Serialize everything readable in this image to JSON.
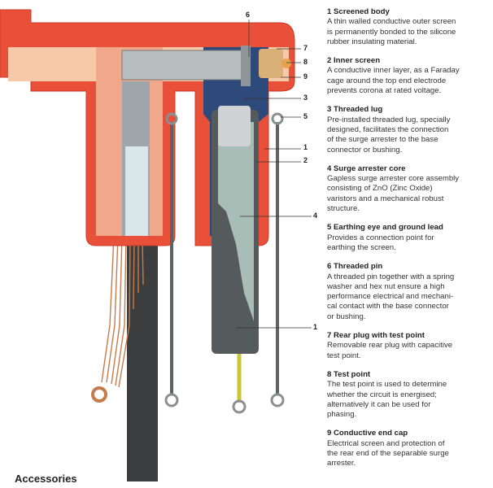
{
  "callouts": [
    "6",
    "7",
    "8",
    "9",
    "3",
    "5",
    "1",
    "2",
    "4",
    "1"
  ],
  "items": [
    {
      "title": "1 Screened body",
      "lines": [
        "A thin walled conductive outer screen",
        "is permanently bonded to the silicone",
        "rubber insulating material."
      ]
    },
    {
      "title": "2 Inner screen",
      "lines": [
        "A conductive inner layer, as a Faraday",
        "cage around the top end electrode",
        "prevents corona at rated voltage."
      ]
    },
    {
      "title": "3 Threaded lug",
      "lines": [
        "Pre-installed threaded lug, specially",
        "designed, facilitates the connection",
        "of the surge arrester to the base",
        "connector or bushing."
      ]
    },
    {
      "title": "4 Surge arrester core",
      "lines": [
        "Gapless surge arrester core assembly",
        "consisting of ZnO (Zinc Oxide)",
        "varistors and a mechanical robust",
        "structure."
      ]
    },
    {
      "title": "5 Earthing eye and ground lead",
      "lines": [
        "Provides a connection point for",
        "earthing the screen."
      ]
    },
    {
      "title": "6 Threaded pin",
      "lines": [
        "A threaded pin together with a spring",
        "washer and hex nut ensure a high",
        "performance electrical and mechani-",
        "cal contact with the base connector",
        "or bushing."
      ]
    },
    {
      "title": "7 Rear plug with test point",
      "lines": [
        "Removable rear plug with capacitive",
        "test point."
      ]
    },
    {
      "title": "8 Test point",
      "lines": [
        "The test point is used to determine",
        "whether the circuit is energised;",
        "alternatively it can be used for",
        "phasing."
      ]
    },
    {
      "title": "9 Conductive end cap",
      "lines": [
        "Electrical screen and protection of",
        "the rear end of the separable surge",
        "arrester."
      ]
    }
  ],
  "footer": "Accessories",
  "colors": {
    "body": "#e8503a",
    "inner": "#f7c9a8",
    "arrester": "#555a5c"
  }
}
